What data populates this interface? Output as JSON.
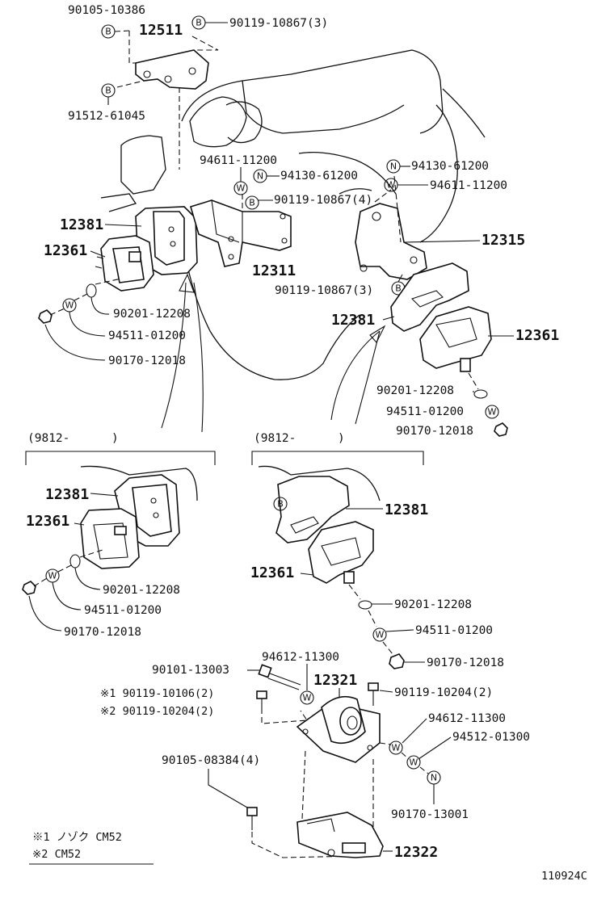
{
  "labels": {
    "p90105_10386": "90105-10386",
    "p12511": "12511",
    "p90119_10867_3_top": "90119-10867(3)",
    "p91512_61045": "91512-61045",
    "p94611_11200_a": "94611-11200",
    "p94130_61200_a": "94130-61200",
    "p90119_10867_4": "90119-10867(4)",
    "p94130_61200_b": "94130-61200",
    "p94611_11200_b": "94611-11200",
    "p12381_a": "12381",
    "p12361_a": "12361",
    "p12311": "12311",
    "p12315": "12315",
    "p90119_10867_3_mid": "90119-10867(3)",
    "p90201_12208_a": "90201-12208",
    "p94511_01200_a": "94511-01200",
    "p90170_12018_a": "90170-12018",
    "p12381_b": "12381",
    "p12361_b": "12361",
    "p90201_12208_b": "90201-12208",
    "p94511_01200_b": "94511-01200",
    "p90170_12018_b": "90170-12018",
    "range_left": "(9812-",
    "range_left_close": ")",
    "range_right": "(9812-",
    "range_right_close": ")",
    "p12381_c": "12381",
    "p12361_c": "12361",
    "p90201_12208_c": "90201-12208",
    "p94511_01200_c": "94511-01200",
    "p90170_12018_c": "90170-12018",
    "p12381_d": "12381",
    "p12361_d": "12361",
    "p90201_12208_d": "90201-12208",
    "p94511_01200_d": "94511-01200",
    "p90170_12018_d": "90170-12018",
    "p94612_11300_a": "94612-11300",
    "p90101_13003": "90101-13003",
    "p12321": "12321",
    "note1_part": "※1 90119-10106(2)",
    "note2_part": "※2 90119-10204(2)",
    "p90119_10204_2": "90119-10204(2)",
    "p94612_11300_b": "94612-11300",
    "p94512_01300": "94512-01300",
    "p90105_08384_4": "90105-08384(4)",
    "p90170_13001": "90170-13001",
    "p12322": "12322",
    "legend1": "※1  ノゾク CM52",
    "legend2": "※2  CM52",
    "figure_id": "110924C"
  },
  "circle_marks": {
    "bolt": "B",
    "washer": "W",
    "nut": "N"
  }
}
